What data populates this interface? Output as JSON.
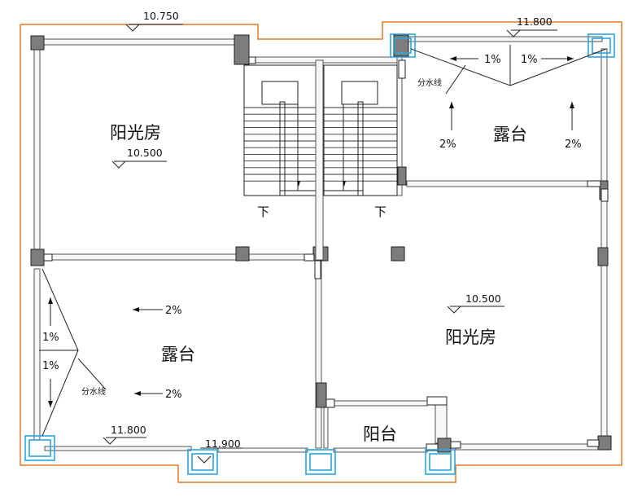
{
  "rooms": {
    "sunroom_left": "阳光房",
    "sunroom_right": "阳光房",
    "terrace_top_right": "露台",
    "terrace_bottom_left": "露台",
    "balcony": "阳台"
  },
  "elevations": {
    "roof_left": "10.750",
    "roof_right": "11.800",
    "sunroom_left": "10.500",
    "sunroom_right": "10.500",
    "terrace_bottom": "11.800",
    "bottom_middle": "11.900"
  },
  "slopes": {
    "top_left": "1%",
    "top_right": "1%",
    "right_vert_left": "2%",
    "right_vert_right": "2%",
    "bottom_upper": "2%",
    "bottom_lower": "2%",
    "left_upper": "1%",
    "left_lower": "1%"
  },
  "labels": {
    "watershed_top": "分水线",
    "watershed_bottom": "分水线",
    "stair_down_left": "下",
    "stair_down_right": "下"
  },
  "colors": {
    "wall": "#555555",
    "column": "#7d7d7d",
    "drain": "#2aa6e0",
    "roof_edge": "#e0782a"
  }
}
